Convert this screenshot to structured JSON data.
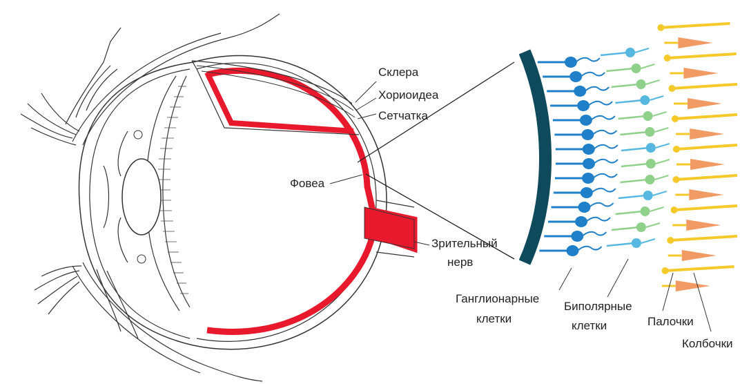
{
  "labels": {
    "sclera": "Склера",
    "choroid": "Хориоидеа",
    "retina": "Сетчатка",
    "fovea": "Фовеа",
    "optic_nerve_1": "Зрительный",
    "optic_nerve_2": "нерв",
    "ganglion_1": "Ганглионарные",
    "ganglion_2": "клетки",
    "bipolar_1": "Биполярные",
    "bipolar_2": "клетки",
    "rods": "Палочки",
    "cones": "Колбочки"
  },
  "colors": {
    "retina_red": "#e8192c",
    "outline": "#333333",
    "retina_layer": "#0f4a5c",
    "ganglion_cells": "#1f7fc8",
    "bipolar_cells_light": "#56b8e0",
    "bipolar_cells_green": "#8fd18a",
    "rods": "#f5c92a",
    "cones": "#f29a63"
  }
}
